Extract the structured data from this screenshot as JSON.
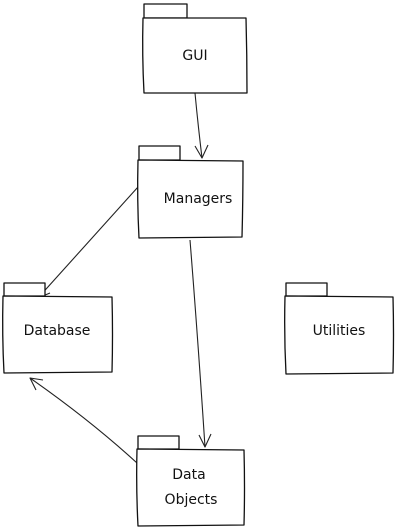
{
  "packages": {
    "gui": {
      "label": "GUI"
    },
    "managers": {
      "label": "Managers"
    },
    "database": {
      "label": "Database"
    },
    "utilities": {
      "label": "Utilities"
    },
    "data_objects": {
      "label_line1": "Data",
      "label_line2": "Objects"
    }
  },
  "dependencies": [
    {
      "from": "GUI",
      "to": "Managers"
    },
    {
      "from": "Managers",
      "to": "Database"
    },
    {
      "from": "Managers",
      "to": "Data Objects"
    },
    {
      "from": "Data Objects",
      "to": "Database"
    }
  ]
}
